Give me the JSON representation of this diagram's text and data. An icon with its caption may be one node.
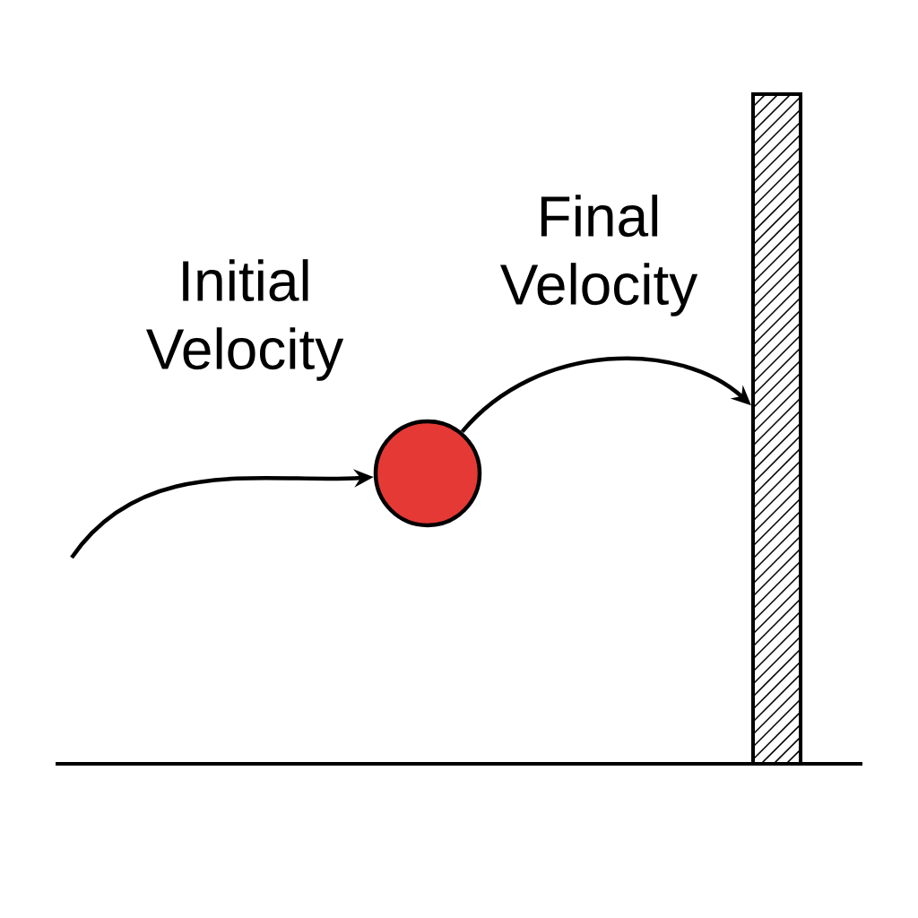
{
  "diagram": {
    "nodes": [
      {
        "text": [],
        "shape": "circle"
      },
      {
        "text": [],
        "shape": "bar"
      }
    ],
    "edges": [
      {
        "from": null,
        "to": 0,
        "arrow": "to",
        "label": "Initial Velocity"
      },
      {
        "from": 0,
        "to": 1,
        "arrow": "to",
        "label": "Final Velocity"
      }
    ]
  }
}
